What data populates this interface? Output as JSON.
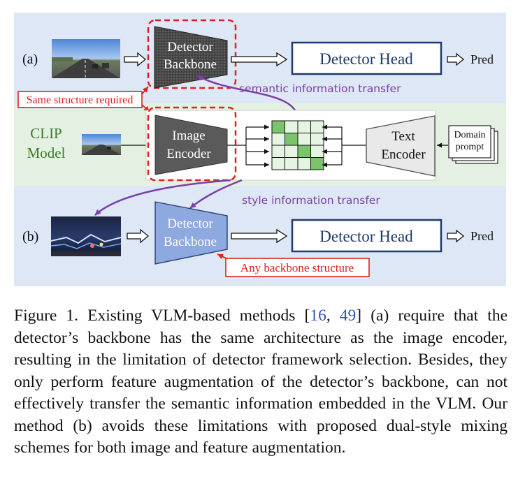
{
  "colors": {
    "band_a": "#dde7f5",
    "band_clip": "#e4f1e2",
    "band_b": "#dde7f5",
    "navy": "#1f3a6b",
    "dark_trapezoid": "#505050",
    "light_trapezoid": "#8ea8e0",
    "purple": "#7b3fa6",
    "red": "#e02020",
    "green_text": "#3d7a28",
    "grid_fill": "#e6f4e4",
    "grid_cell": "#7cc46b",
    "caption_link": "#2d55b4"
  },
  "figure": {
    "row_a": {
      "label": "(a)",
      "backbone": [
        "Detector",
        "Backbone"
      ],
      "head": "Detector Head",
      "pred": "Pred"
    },
    "same_structure_label": "Same structure required",
    "semantic_transfer_label": "semantic information transfer",
    "clip": {
      "model_label": [
        "CLIP",
        "Model"
      ],
      "image_encoder": [
        "Image",
        "Encoder"
      ],
      "text_encoder": [
        "Text",
        "Encoder"
      ],
      "domain_prompt": [
        "Domain",
        "prompt"
      ],
      "similarity_grid": {
        "rows": 4,
        "cols": 4,
        "highlighted_cells": [
          [
            0,
            0
          ],
          [
            1,
            1
          ],
          [
            2,
            2
          ],
          [
            3,
            3
          ]
        ]
      }
    },
    "style_transfer_label": "style information transfer",
    "row_b": {
      "label": "(b)",
      "backbone": [
        "Detector",
        "Backbone"
      ],
      "head": "Detector Head",
      "pred": "Pred",
      "any_structure_label": "Any backbone structure"
    },
    "images": [
      "road-photo-icon",
      "road-photo-small-icon",
      "night-road-photo-icon"
    ]
  },
  "caption": {
    "prefix": "Figure 1. Existing VLM-based methods [",
    "ref1": "16",
    "sep": ", ",
    "ref2": "49",
    "suffix": "] (a) require that the detector’s backbone has the same architecture as the image encoder, resulting in the limitation of detector framework selection. Besides, they only perform feature augmentation of the detector’s backbone, can not effectively transfer the semantic information embedded in the VLM. Our method (b) avoids these limitations with proposed dual-style mixing schemes for both image and feature augmentation."
  }
}
